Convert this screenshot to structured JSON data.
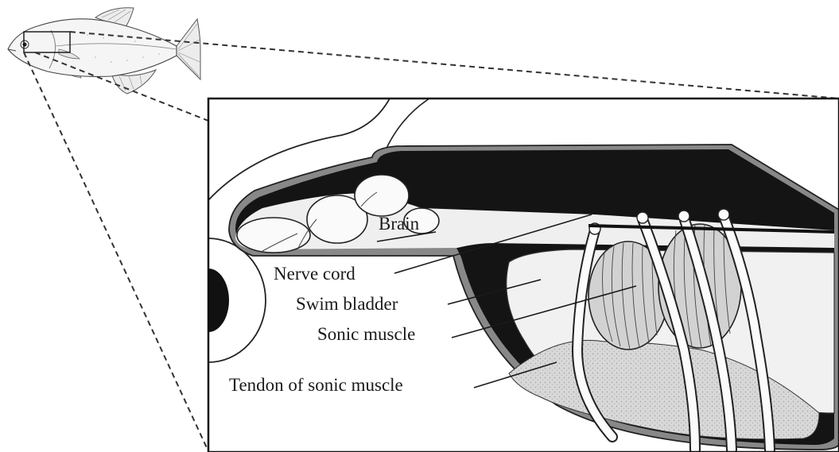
{
  "diagram": {
    "labels": {
      "brain": "Brain",
      "nerve_cord": "Nerve cord",
      "swim_bladder": "Swim bladder",
      "sonic_muscle": "Sonic muscle",
      "tendon": "Tendon of sonic muscle"
    }
  },
  "colors": {
    "ink": "#1a1a1a",
    "dark_tissue": "#151515",
    "wall_gray": "#8c8c8c",
    "pale": "#efefef",
    "tendon_fill": "#d6d6d6"
  }
}
